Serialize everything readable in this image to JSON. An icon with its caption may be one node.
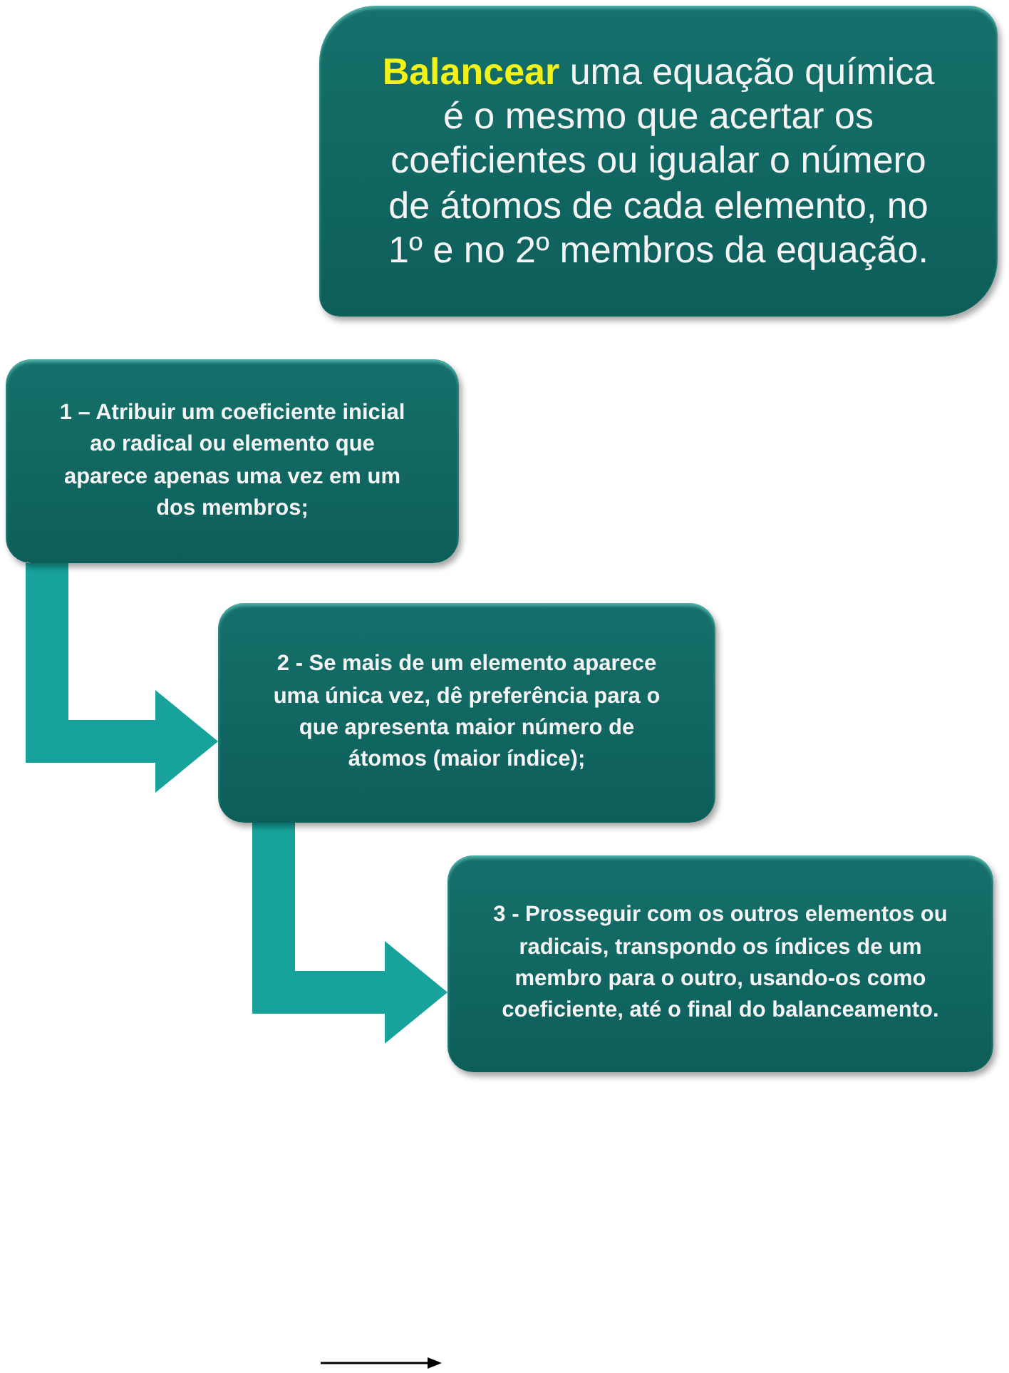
{
  "diagram": {
    "nodes": [
      {
        "text": [
          "**Balancear** uma equação química é o mesmo que acertar os coeficientes ou igualar o número de átomos de cada elemento, no 1º e no 2º membros da equação."
        ]
      },
      {
        "text": [
          "1 – Atribuir um coeficiente inicial ao radical ou elemento que aparece apenas uma vez em um dos membros;"
        ]
      },
      {
        "text": [
          "2 - Se mais de um elemento aparece uma única vez, dê preferência para o que apresenta maior número de átomos (maior índice);"
        ]
      },
      {
        "text": [
          "3 - Prosseguir com os outros elementos ou radicais, transpondo os índices de um membro para o outro, usando-os como coeficiente, até o final do balanceamento."
        ]
      }
    ],
    "edges": [
      {
        "from": 1,
        "to": 2,
        "arrow": "to"
      },
      {
        "from": 2,
        "to": 3,
        "arrow": "to"
      }
    ]
  }
}
